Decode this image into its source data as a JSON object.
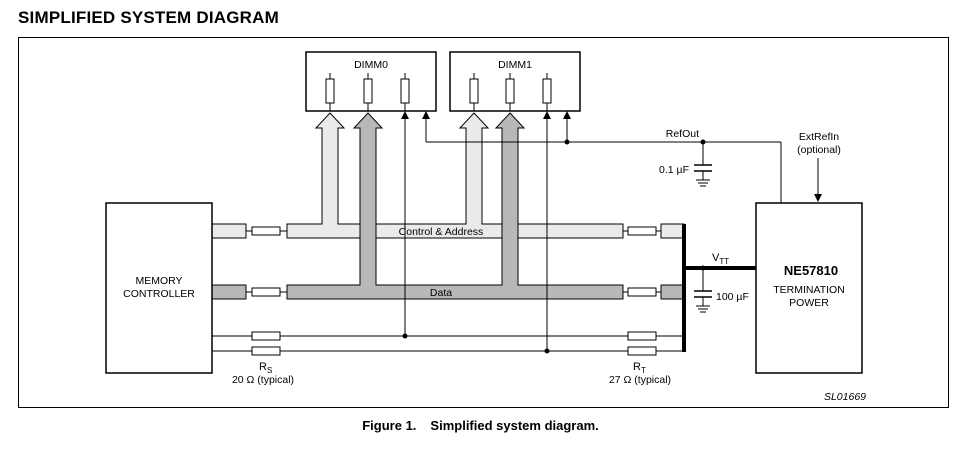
{
  "page": {
    "title": "SIMPLIFIED SYSTEM DIAGRAM",
    "figure_number": "Figure 1.",
    "figure_caption": "Simplified system diagram."
  },
  "diagram": {
    "memory_controller": {
      "line1": "MEMORY",
      "line2": "CONTROLLER"
    },
    "dimm0": "DIMM0",
    "dimm1": "DIMM1",
    "control_address": "Control & Address",
    "data": "Data",
    "refout": "RefOut",
    "extrefin": {
      "line1": "ExtRefIn",
      "line2": "(optional)"
    },
    "cap_refout": "0.1 µF",
    "cap_vtt": "100 µF",
    "vtt": {
      "main": "V",
      "sub": "TT"
    },
    "termination": {
      "part": "NE57810",
      "line1": "TERMINATION",
      "line2": "POWER"
    },
    "rs": {
      "main": "R",
      "sub": "S",
      "value": "20 Ω (typical)"
    },
    "rt": {
      "main": "R",
      "sub": "T",
      "value": "27 Ω (typical)"
    },
    "drawing_id": "SL01669"
  },
  "colors": {
    "bus_light": "#eaeaea",
    "bus_dark": "#b8b8b8",
    "line": "#000000"
  }
}
